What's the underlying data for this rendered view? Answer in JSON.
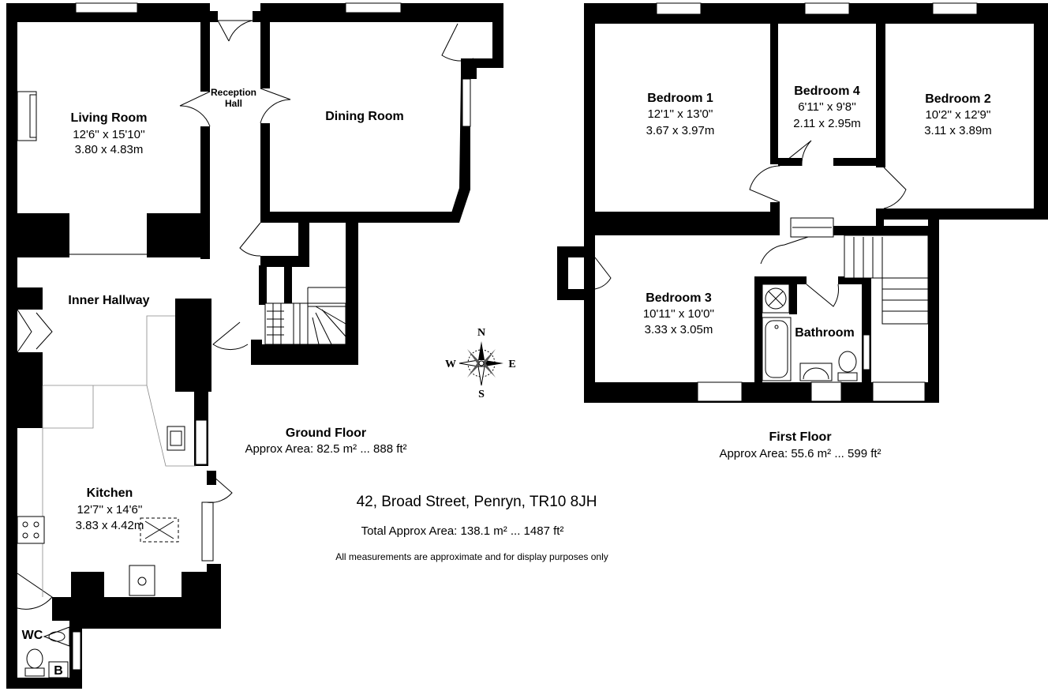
{
  "plan": {
    "address": "42, Broad Street, Penryn, TR10 8JH",
    "total_area": "Total Approx Area: 138.1 m² ... 1487 ft²",
    "disclaimer": "All measurements are approximate and for display purposes only",
    "compass": {
      "n": "N",
      "s": "S",
      "e": "E",
      "w": "W"
    },
    "ground_floor": {
      "title": "Ground Floor",
      "area": "Approx Area: 82.5 m² ... 888 ft²",
      "rooms": {
        "living_room": {
          "name": "Living Room",
          "dim_imperial": "12'6'' x 15'10''",
          "dim_metric": "3.80 x 4.83m"
        },
        "reception_hall": {
          "line1": "Reception",
          "line2": "Hall"
        },
        "dining_room": {
          "name": "Dining Room"
        },
        "inner_hallway": {
          "name": "Inner Hallway"
        },
        "kitchen": {
          "name": "Kitchen",
          "dim_imperial": "12'7'' x 14'6''",
          "dim_metric": "3.83 x 4.42m"
        },
        "wc": {
          "name": "WC"
        },
        "boiler": {
          "name": "B"
        }
      }
    },
    "first_floor": {
      "title": "First Floor",
      "area": "Approx Area: 55.6 m² ... 599 ft²",
      "rooms": {
        "bedroom_1": {
          "name": "Bedroom 1",
          "dim_imperial": "12'1'' x 13'0''",
          "dim_metric": "3.67 x 3.97m"
        },
        "bedroom_4": {
          "name": "Bedroom 4",
          "dim_imperial": "6'11'' x 9'8''",
          "dim_metric": "2.11 x 2.95m"
        },
        "bedroom_2": {
          "name": "Bedroom 2",
          "dim_imperial": "10'2'' x 12'9''",
          "dim_metric": "3.11 x 3.89m"
        },
        "bedroom_3": {
          "name": "Bedroom 3",
          "dim_imperial": "10'11'' x 10'0''",
          "dim_metric": "3.33 x 3.05m"
        },
        "bathroom": {
          "name": "Bathroom"
        }
      }
    }
  }
}
